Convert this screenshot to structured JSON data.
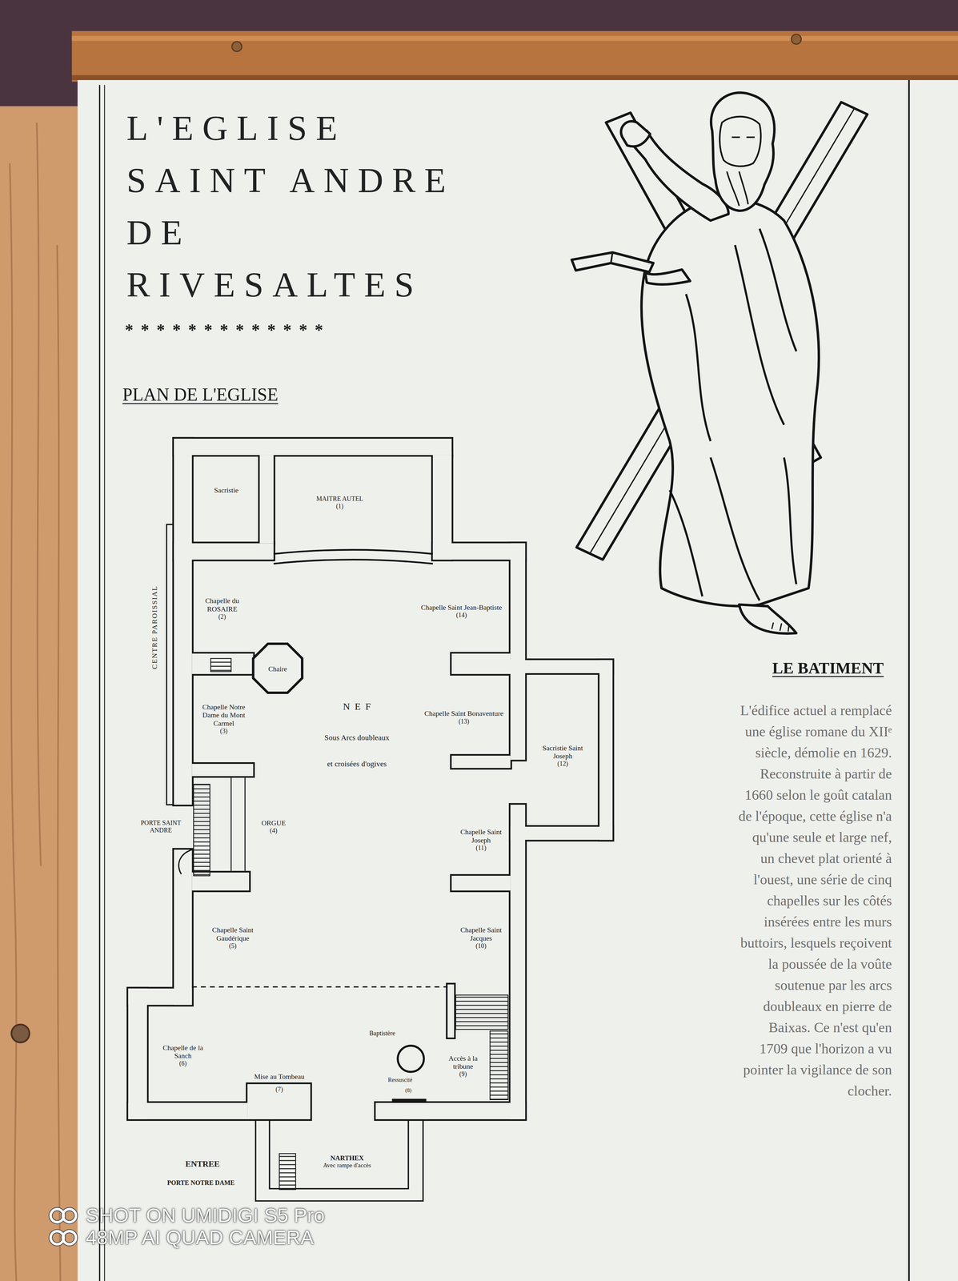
{
  "diagram": {
    "title": "L'EGLISE SAINT ANDRE DE RIVESALTES",
    "nodes": [
      {
        "text": [
          "Sacristie"
        ]
      },
      {
        "text": [
          "MAITRE AUTEL",
          "(1)"
        ]
      },
      {
        "text": [
          "Chapelle du ROSAIRE",
          "(2)"
        ]
      },
      {
        "text": [
          "Chapelle Saint Jean-Baptiste",
          "(14)"
        ]
      },
      {
        "text": [
          "Chaire"
        ]
      },
      {
        "text": [
          "NEF",
          "Sous Arcs doubleaux et croisées d'ogives"
        ]
      },
      {
        "text": [
          "Chapelle Notre Dame du Mont Carmel",
          "(3)"
        ]
      },
      {
        "text": [
          "Chapelle Saint Bonaventure",
          "(13)"
        ]
      },
      {
        "text": [
          "Sacristie Saint Joseph",
          "(12)"
        ]
      },
      {
        "text": [
          "ORGUE",
          "(4)"
        ]
      },
      {
        "text": [
          "Chapelle Saint Joseph",
          "(11)"
        ]
      },
      {
        "text": [
          "Chapelle Saint Gaudérique",
          "(5)"
        ]
      },
      {
        "text": [
          "Chapelle Saint Jacques",
          "(10)"
        ]
      },
      {
        "text": [
          "Chapelle de la Sanch",
          "(6)"
        ]
      },
      {
        "text": [
          "Mise au Tombeau",
          "(7)"
        ]
      },
      {
        "text": [
          "Accès à la tribune",
          "(9)"
        ]
      },
      {
        "text": [
          "NARTHEX",
          "Avec rampe d'accès"
        ]
      }
    ],
    "labels": [
      "*************",
      "PLAN DE L'EGLISE",
      "CENTRE PAROISSIAL",
      "PORTE SAINT ANDRE",
      "Baptistère",
      "Ressuscité",
      "(8)",
      "ENTREE",
      "PORTE NOTRE DAME",
      "LE BATIMENT",
      "L'édifice actuel a remplacé une église romane du XIIᵉ siècle, démolie en 1629. Reconstruite à partir de 1660 selon le goût catalan de l'époque, cette église n'a qu'une seule et large nef, un chevet plat orienté à l'ouest, une série de cinq chapelles sur les côtés insérées entre les murs buttoirs, lesquels reçoivent la poussée de la voûte soutenue par les arcs doubleaux en pierre de Baixas. Ce n'est qu'en 1709 que l'horizon a vu pointer la vigilance de son clocher.",
      "SHOT ON UMIDIGI S5 Pro",
      "48MP AI QUAD CAMERA"
    ]
  }
}
